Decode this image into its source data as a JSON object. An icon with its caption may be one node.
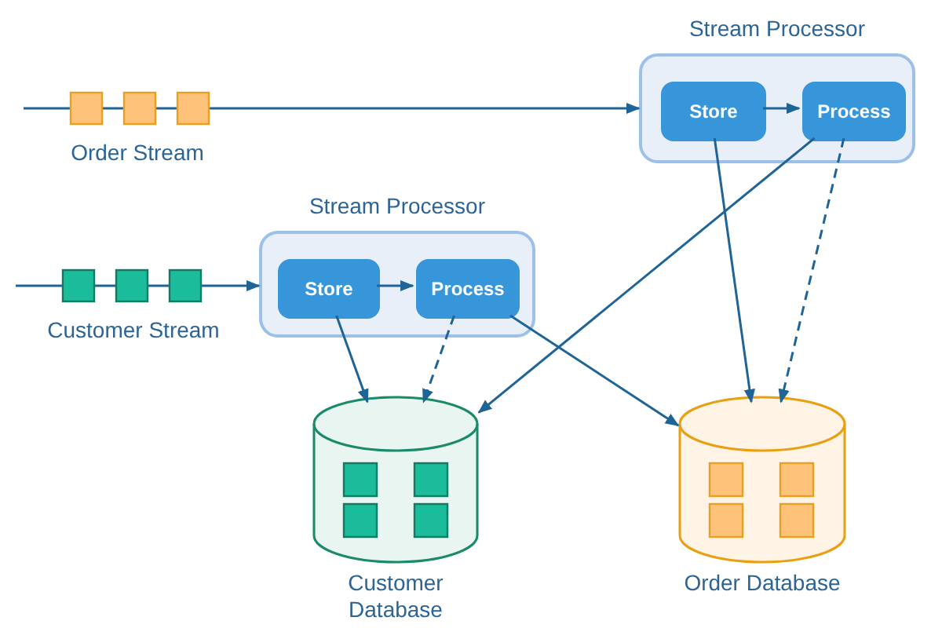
{
  "diagram": {
    "nodes": [
      {
        "text": [
          "Stream Processor"
        ]
      },
      {
        "text": [
          "Store"
        ],
        "in": 0
      },
      {
        "text": [
          "Process"
        ],
        "in": 0
      },
      {
        "text": [
          "Order Stream"
        ]
      },
      {
        "text": [
          "Stream Processor"
        ]
      },
      {
        "text": [
          "Store"
        ],
        "in": 4
      },
      {
        "text": [
          "Process"
        ],
        "in": 4
      },
      {
        "text": [
          "Customer Stream"
        ]
      },
      {
        "text": [
          "Customer Database"
        ]
      },
      {
        "text": [
          "Order Database"
        ]
      }
    ],
    "edges": [
      {
        "from": 3,
        "to": 0,
        "arrow": "to"
      },
      {
        "from": 1,
        "to": 2,
        "arrow": "to"
      },
      {
        "from": 7,
        "to": 4,
        "arrow": "to"
      },
      {
        "from": 5,
        "to": 6,
        "arrow": "to"
      },
      {
        "from": 1,
        "to": 9,
        "arrow": "to"
      },
      {
        "from": 2,
        "to": 8,
        "arrow": "to"
      },
      {
        "from": 2,
        "to": 9,
        "arrow": "to",
        "style": "dashed"
      },
      {
        "from": 5,
        "to": 8,
        "arrow": "to"
      },
      {
        "from": 6,
        "to": 8,
        "arrow": "to",
        "style": "dashed"
      },
      {
        "from": 6,
        "to": 9,
        "arrow": "to"
      }
    ]
  }
}
